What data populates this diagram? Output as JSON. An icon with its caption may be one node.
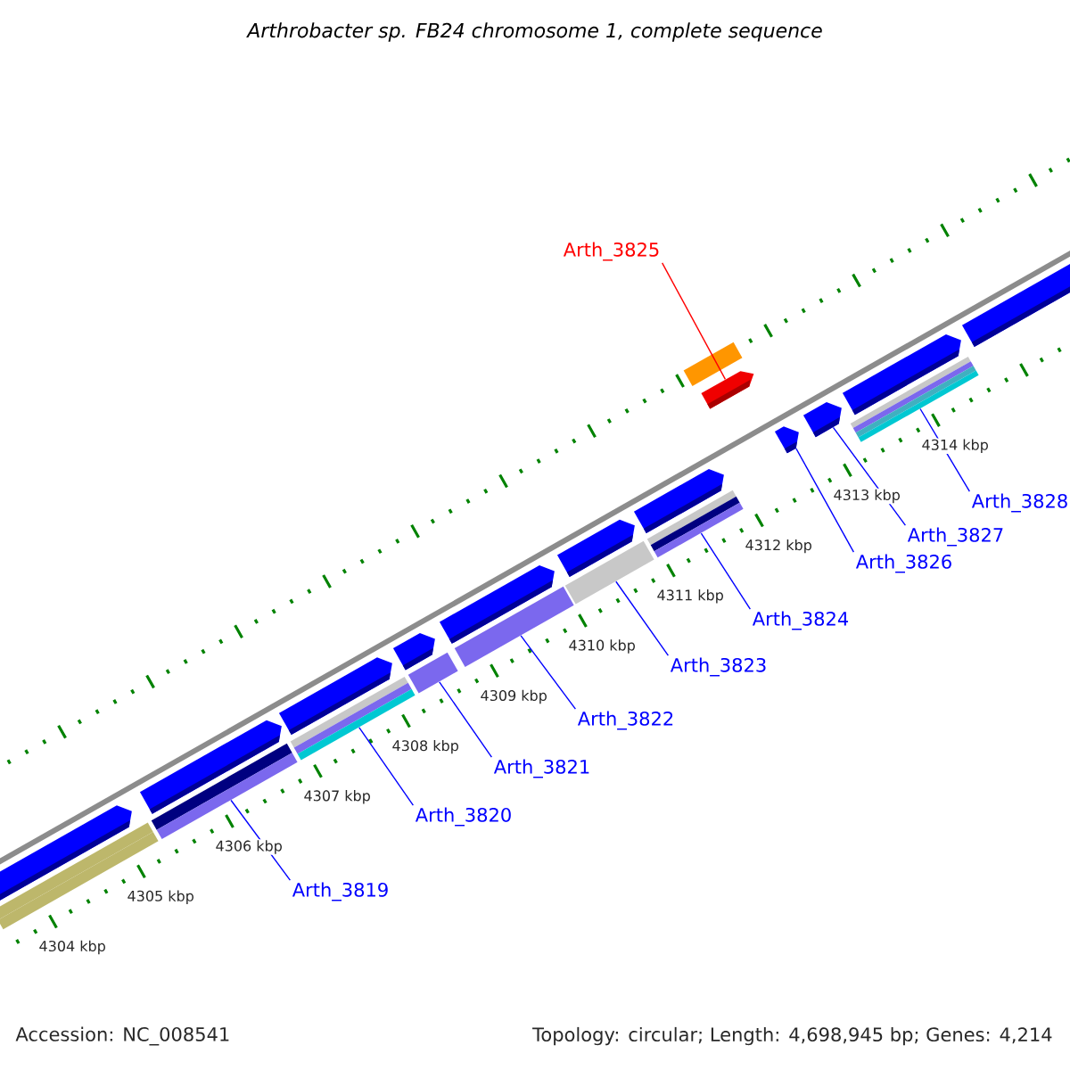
{
  "diagram": {
    "title": "Arthrobacter sp. FB24 chromosome 1, complete sequence",
    "nodes": [
      {
        "text": [
          "Arth_3819"
        ]
      },
      {
        "text": [
          "Arth_3820"
        ]
      },
      {
        "text": [
          "Arth_3821"
        ]
      },
      {
        "text": [
          "Arth_3822"
        ]
      },
      {
        "text": [
          "Arth_3823"
        ]
      },
      {
        "text": [
          "Arth_3824"
        ]
      },
      {
        "text": [
          "Arth_3825"
        ]
      },
      {
        "text": [
          "Arth_3826"
        ]
      },
      {
        "text": [
          "Arth_3827"
        ]
      },
      {
        "text": [
          "Arth_3828"
        ]
      },
      {
        "text": [],
        "shape": "arrow"
      },
      {
        "text": [],
        "shape": "arrow"
      },
      {
        "text": [],
        "shape": "arrow"
      },
      {
        "text": [],
        "shape": "arrow"
      },
      {
        "text": [],
        "shape": "arrow"
      },
      {
        "text": [],
        "shape": "arrow"
      },
      {
        "text": [],
        "shape": "arrow"
      },
      {
        "text": [],
        "shape": "arrow"
      },
      {
        "text": [],
        "shape": "arrow"
      },
      {
        "text": [],
        "shape": "arrow"
      },
      {
        "text": [],
        "shape": "arrow"
      },
      {
        "text": [],
        "shape": "bar"
      },
      {
        "text": [],
        "shape": "bar"
      },
      {
        "text": [],
        "shape": "bar"
      },
      {
        "text": [],
        "shape": "bar"
      },
      {
        "text": [],
        "shape": "bar"
      },
      {
        "text": [],
        "shape": "bar"
      },
      {
        "text": [],
        "shape": "bar"
      },
      {
        "text": [],
        "shape": "bar"
      },
      {
        "text": [],
        "shape": "bar"
      },
      {
        "text": [],
        "shape": "arrow"
      }
    ],
    "edges": [
      {
        "from": 0,
        "to": 22,
        "arrow": "none"
      },
      {
        "from": 1,
        "to": 23,
        "arrow": "none"
      },
      {
        "from": 2,
        "to": 24,
        "arrow": "none"
      },
      {
        "from": 3,
        "to": 25,
        "arrow": "none"
      },
      {
        "from": 4,
        "to": 26,
        "arrow": "none"
      },
      {
        "from": 5,
        "to": 27,
        "arrow": "none"
      },
      {
        "from": 6,
        "to": 30,
        "arrow": "none",
        "color": "#ff0000"
      },
      {
        "from": 7,
        "to": 17,
        "arrow": "none"
      },
      {
        "from": 8,
        "to": 18,
        "arrow": "none"
      },
      {
        "from": 9,
        "to": 28,
        "arrow": "none"
      }
    ],
    "labels": [
      "4304 kbp",
      "4305 kbp",
      "4306 kbp",
      "4307 kbp",
      "4308 kbp",
      "4309 kbp",
      "4310 kbp",
      "4311 kbp",
      "4312 kbp",
      "4313 kbp",
      "4314 kbp",
      "Accession: NC_008541",
      "Topology: circular; Length: 4,698,945 bp; Genes: 4,214"
    ]
  }
}
